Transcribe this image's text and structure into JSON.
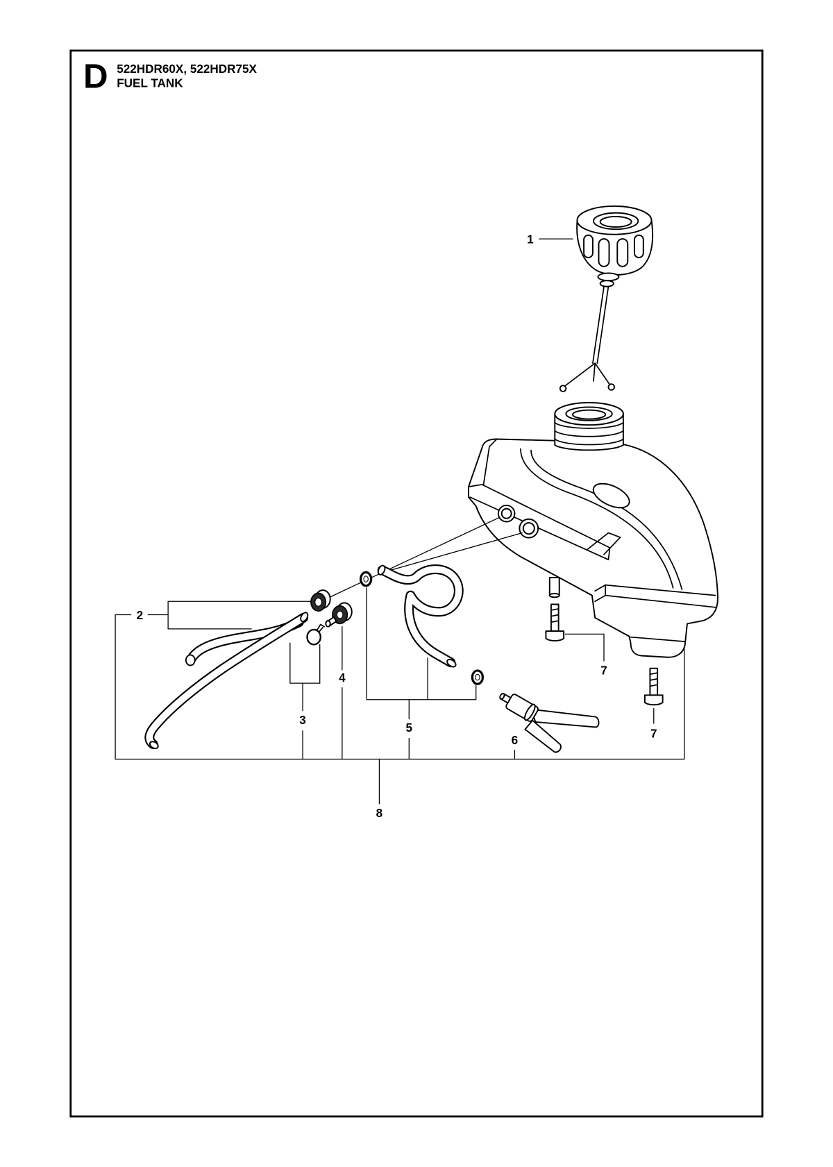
{
  "header": {
    "section_letter": "D",
    "models": "522HDR60X, 522HDR75X",
    "title": "FUEL TANK"
  },
  "callouts": [
    "1",
    "2",
    "3",
    "4",
    "5",
    "6",
    "7",
    "7",
    "8"
  ],
  "colors": {
    "line": "#000000",
    "background": "#ffffff"
  }
}
